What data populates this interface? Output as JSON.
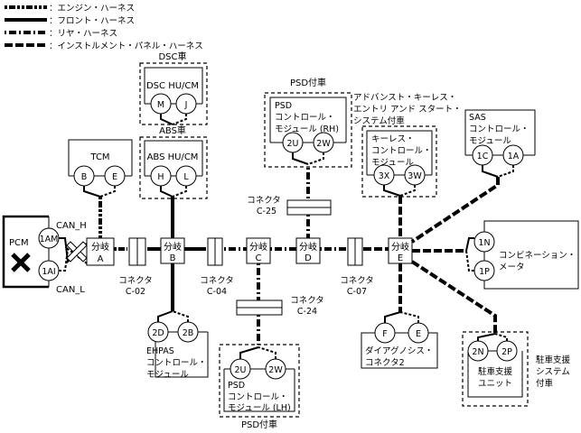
{
  "legend": [
    {
      "style": "engine",
      "label": "：エンジン・ハーネス"
    },
    {
      "style": "front",
      "label": "：フロント・ハーネス"
    },
    {
      "style": "rear",
      "label": "：リヤ・ハーネス"
    },
    {
      "style": "instrument",
      "label": "：インストルメント・パネル・ハーネス"
    }
  ],
  "pcm": {
    "label": "PCM",
    "pins": [
      "1AM",
      "1AI"
    ],
    "can_h": "CAN_H",
    "can_l": "CAN_L",
    "status_icon": "x-mark-icon"
  },
  "branches": {
    "a": {
      "line1": "分岐",
      "line2": "A"
    },
    "b": {
      "line1": "分岐",
      "line2": "B"
    },
    "c": {
      "line1": "分岐",
      "line2": "C"
    },
    "d": {
      "line1": "分岐",
      "line2": "D"
    },
    "e": {
      "line1": "分岐",
      "line2": "E"
    }
  },
  "connectors": {
    "c02": {
      "line1": "コネクタ",
      "line2": "C-02"
    },
    "c04": {
      "line1": "コネクタ",
      "line2": "C-04"
    },
    "c07": {
      "line1": "コネクタ",
      "line2": "C-07"
    },
    "c24": {
      "line1": "コネクタ",
      "line2": "C-24"
    },
    "c25": {
      "line1": "コネクタ",
      "line2": "C-25"
    }
  },
  "modules": {
    "tcm": {
      "label": "TCM",
      "pins": [
        "B",
        "E"
      ]
    },
    "dsc": {
      "group_label": "DSC車",
      "label": "DSC HU/CM",
      "pins": [
        "M",
        "J"
      ]
    },
    "abs": {
      "group_label": "ABS車",
      "label": "ABS HU/CM",
      "pins": [
        "H",
        "L"
      ]
    },
    "psd_rh": {
      "group_label": "PSD付車",
      "line1": "PSD",
      "line2": "コントロール・",
      "line3": "モジュール (RH)",
      "pins": [
        "2U",
        "2W"
      ]
    },
    "keyless": {
      "group_line1": "アドバンスト・キーレス・",
      "group_line2": "エントリ アンド スタート・",
      "group_line3": "システム付車",
      "line1": "キーレス・",
      "line2": "コントロール・",
      "line3": "モジュール",
      "pins": [
        "3X",
        "3W"
      ]
    },
    "sas": {
      "line1": "SAS",
      "line2": "コントロール・",
      "line3": "モジュール",
      "pins": [
        "1C",
        "1A"
      ]
    },
    "combination_meter": {
      "line1": "コンビネーション・",
      "line2": "メータ",
      "pins": [
        "1N",
        "1P"
      ]
    },
    "ehpas": {
      "line1": "EHPAS",
      "line2": "コントロール・",
      "line3": "モジュール",
      "pins": [
        "2D",
        "2B"
      ]
    },
    "psd_lh": {
      "group_label": "PSD付車",
      "line1": "PSD",
      "line2": "コントロール・",
      "line3": "モジュール (LH)",
      "pins": [
        "2U",
        "2W"
      ]
    },
    "dlc2": {
      "line1": "ダイアグノシス・",
      "line2": "コネクタ2",
      "pins": [
        "F",
        "E"
      ]
    },
    "parking": {
      "group_line1": "駐車支援",
      "group_line2": "システム",
      "group_line3": "付車",
      "line1": "駐車支援",
      "line2": "ユニット",
      "pins": [
        "2N",
        "2P"
      ]
    }
  }
}
